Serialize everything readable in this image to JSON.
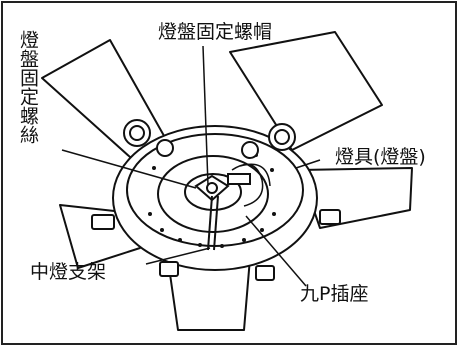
{
  "diagram": {
    "labels": {
      "top_screw_cap": "燈盤固定螺帽",
      "fixing_screw_vertical": "燈盤固定螺絲",
      "fixture": "燈具(燈盤)",
      "center_bracket": "中燈支架",
      "socket": "九P插座"
    },
    "colors": {
      "ink": "#111111",
      "paper": "#ffffff"
    }
  }
}
